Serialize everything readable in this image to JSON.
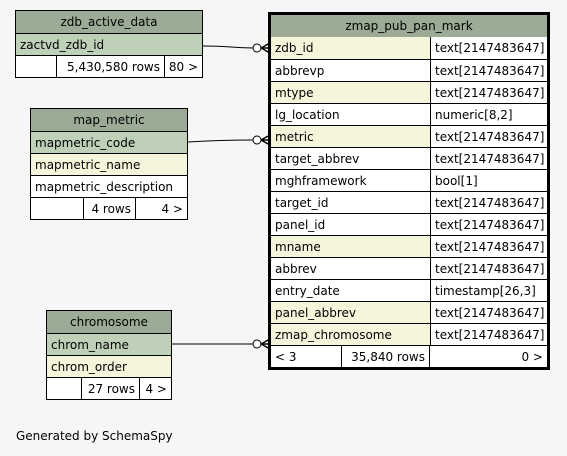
{
  "tables": {
    "zdb_active_data": {
      "name": "zdb_active_data",
      "columns": [
        {
          "name": "zactvd_zdb_id"
        }
      ],
      "footer": {
        "left": "",
        "rows": "5,430,580 rows",
        "right": "80 >"
      }
    },
    "map_metric": {
      "name": "map_metric",
      "columns": [
        {
          "name": "mapmetric_code"
        },
        {
          "name": "mapmetric_name"
        },
        {
          "name": "mapmetric_description"
        }
      ],
      "footer": {
        "left": "",
        "rows": "4 rows",
        "right": "4 >"
      }
    },
    "chromosome": {
      "name": "chromosome",
      "columns": [
        {
          "name": "chrom_name"
        },
        {
          "name": "chrom_order"
        }
      ],
      "footer": {
        "left": "",
        "rows": "27 rows",
        "right": "4 >"
      }
    },
    "zmap_pub_pan_mark": {
      "name": "zmap_pub_pan_mark",
      "columns": [
        {
          "name": "zdb_id",
          "type": "text[2147483647]"
        },
        {
          "name": "abbrevp",
          "type": "text[2147483647]"
        },
        {
          "name": "mtype",
          "type": "text[2147483647]"
        },
        {
          "name": "lg_location",
          "type": "numeric[8,2]"
        },
        {
          "name": "metric",
          "type": "text[2147483647]"
        },
        {
          "name": "target_abbrev",
          "type": "text[2147483647]"
        },
        {
          "name": "mghframework",
          "type": "bool[1]"
        },
        {
          "name": "target_id",
          "type": "text[2147483647]"
        },
        {
          "name": "panel_id",
          "type": "text[2147483647]"
        },
        {
          "name": "mname",
          "type": "text[2147483647]"
        },
        {
          "name": "abbrev",
          "type": "text[2147483647]"
        },
        {
          "name": "entry_date",
          "type": "timestamp[26,3]"
        },
        {
          "name": "panel_abbrev",
          "type": "text[2147483647]"
        },
        {
          "name": "zmap_chromosome",
          "type": "text[2147483647]"
        }
      ],
      "footer": {
        "left": "< 3",
        "rows": "35,840 rows",
        "right": "0 >"
      }
    }
  },
  "footer_text": "Generated by SchemaSpy",
  "colors": {
    "header": "#9bab96",
    "key": "#bed1b8",
    "indexed": "#f5f5dc",
    "plain": "#ffffff",
    "background": "#f6f6f6"
  }
}
